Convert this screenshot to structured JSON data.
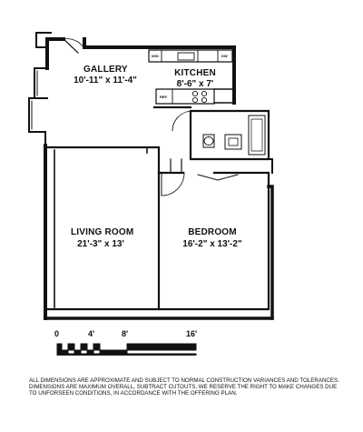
{
  "rooms": {
    "gallery": {
      "name": "GALLERY",
      "dims": "10'-11\" x 11'-4\""
    },
    "kitchen": {
      "name": "KITCHEN",
      "dims": "8'-6\" x 7'"
    },
    "living": {
      "name": "LIVING ROOM",
      "dims": "21'-3\" x 13'"
    },
    "bedroom": {
      "name": "BEDROOM",
      "dims": "16'-2\" x 13'-2\""
    }
  },
  "fixtures": {
    "washer_dryer": "W/D",
    "dishwasher": "DW",
    "refrigerator": "REF."
  },
  "scale": {
    "ticks": [
      "0",
      "4'",
      "8'",
      "16'"
    ]
  },
  "disclaimer": {
    "lines": [
      "ALL DIMENSIONS ARE APPROXIMATE AND SUBJECT TO NORMAL CONSTRUCTION VARIANCES AND TOLERANCES.",
      "DIMENSIONS ARE MAXIMUM OVERALL, SUBTRACT CUTOUTS, WE RESERVE THE RIGHT TO MAKE CHANGES DUE",
      "TO UNFORSEEN CONDITIONS, IN ACCORDANCE WITH THE OFFERING PLAN."
    ]
  }
}
